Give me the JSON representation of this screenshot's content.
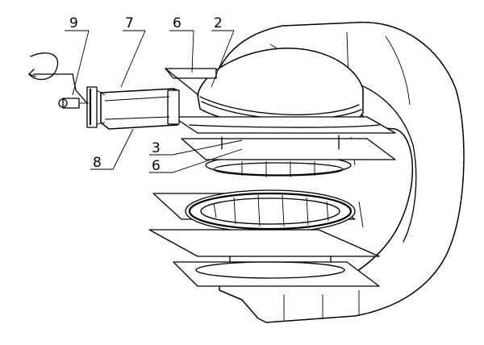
{
  "figure": {
    "labels": {
      "part_9": "9",
      "part_7": "7",
      "part_6_top": "6",
      "part_2": "2",
      "part_3": "3",
      "part_6_mid": "6",
      "part_8": "8"
    },
    "colors": {
      "ink": "#000000",
      "paper": "#ffffff"
    },
    "icons": [
      "rotation-arrow-icon"
    ]
  }
}
